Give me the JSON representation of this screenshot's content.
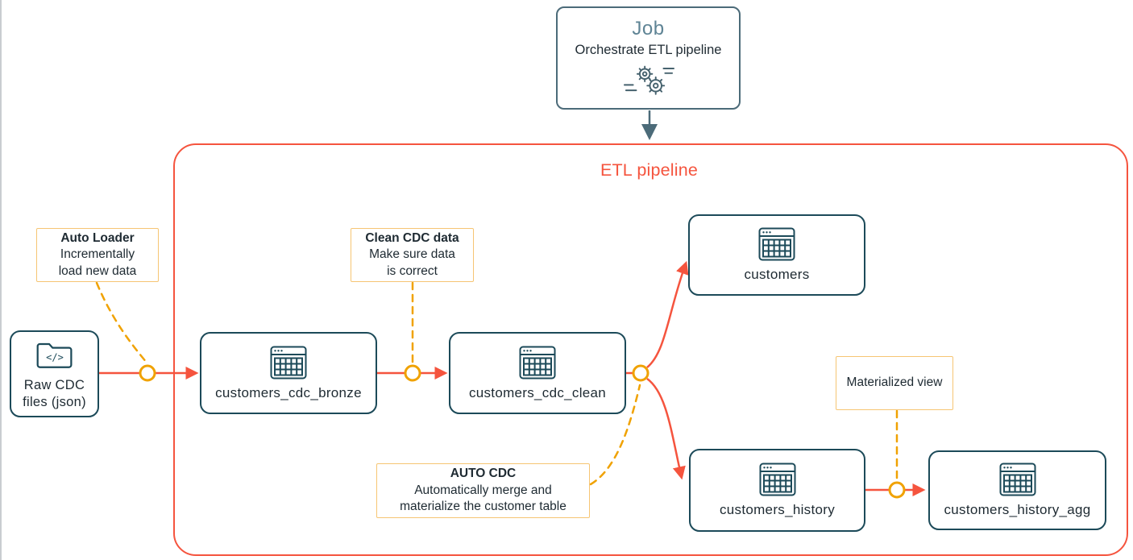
{
  "job": {
    "title": "Job",
    "subtitle": "Orchestrate ETL pipeline",
    "icon": "gears-automation-icon"
  },
  "pipeline": {
    "title": "ETL pipeline"
  },
  "source": {
    "label": "Raw CDC files (json)",
    "icon": "code-folder-icon"
  },
  "nodes": {
    "bronze": {
      "label": "customers_cdc_bronze",
      "icon": "table-icon"
    },
    "clean": {
      "label": "customers_cdc_clean",
      "icon": "table-icon"
    },
    "customers": {
      "label": "customers",
      "icon": "table-icon"
    },
    "history": {
      "label": "customers_history",
      "icon": "table-icon"
    },
    "history_agg": {
      "label": "customers_history_agg",
      "icon": "table-icon"
    }
  },
  "annotations": {
    "auto_loader": {
      "title": "Auto Loader",
      "lines": [
        "Incrementally",
        "load new data"
      ]
    },
    "clean_cdc": {
      "title": "Clean CDC data",
      "lines": [
        "Make sure data",
        "is correct"
      ]
    },
    "auto_cdc": {
      "title": "AUTO CDC",
      "lines": [
        "Automatically merge and",
        "materialize the customer table"
      ]
    },
    "materialized_view": {
      "title": "Materialized view"
    }
  },
  "colors": {
    "accent_red": "#F5543E",
    "node_border_teal": "#1C4A59",
    "connector_amber": "#F0A202",
    "annotation_border": "#F6C573",
    "job_slate": "#4C6B79",
    "job_title_blue": "#5F8495",
    "text": "#1E2A32"
  }
}
